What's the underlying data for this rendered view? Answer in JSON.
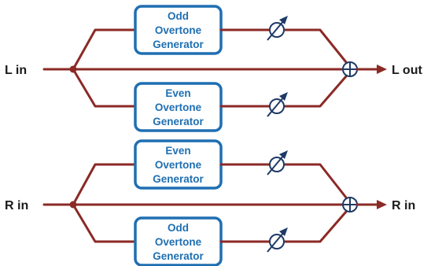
{
  "left_channel": {
    "input_label": "L in",
    "output_label": "L out",
    "top_generator": [
      "Odd",
      "Overtone",
      "Generator"
    ],
    "bottom_generator": [
      "Even",
      "Overtone",
      "Generator"
    ]
  },
  "right_channel": {
    "input_label": "R in",
    "output_label": "R in",
    "top_generator": [
      "Even",
      "Overtone",
      "Generator"
    ],
    "bottom_generator": [
      "Odd",
      "Overtone",
      "Generator"
    ]
  },
  "colors": {
    "signal_line": "#8b2a26",
    "generator_border": "#1f6fb2",
    "generator_text": "#1f6fb2",
    "level_control": "#1e3a66",
    "label_text": "#1a1a1a"
  }
}
